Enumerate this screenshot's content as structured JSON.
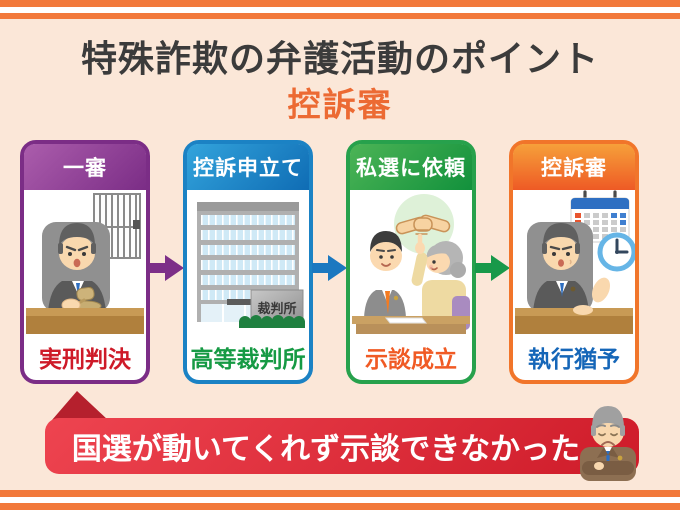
{
  "header": {
    "title": "特殊詐欺の弁護活動のポイント",
    "subtitle": "控訴審"
  },
  "steps": [
    {
      "header": "一審",
      "label": "実刑判決",
      "theme_color": "#7b2d86",
      "label_color": "#ce1a28",
      "illustration": "judge-with-jail-bars"
    },
    {
      "header": "控訴申立て",
      "label": "高等裁判所",
      "theme_color": "#1b82c4",
      "label_color": "#169a44",
      "illustration": "high-court-building",
      "building_sign": "裁判所"
    },
    {
      "header": "私選に依頼",
      "label": "示談成立",
      "theme_color": "#27a14c",
      "label_color": "#f05a24",
      "illustration": "lawyer-client-handshake"
    },
    {
      "header": "控訴審",
      "label": "執行猶予",
      "theme_color": "#f1752a",
      "label_color": "#1566b8",
      "illustration": "judge-with-calendar-clock"
    }
  ],
  "arrow_colors": [
    "#7d2f88",
    "#1b78c0",
    "#18994a"
  ],
  "banner": {
    "text": "国選が動いてくれず示談できなかった",
    "background": "#d8232f"
  },
  "frame_color": "#f2793b",
  "background_color": "#fbe7d8",
  "title_color": "#3b3b3b",
  "subtitle_color": "#ec6a33"
}
